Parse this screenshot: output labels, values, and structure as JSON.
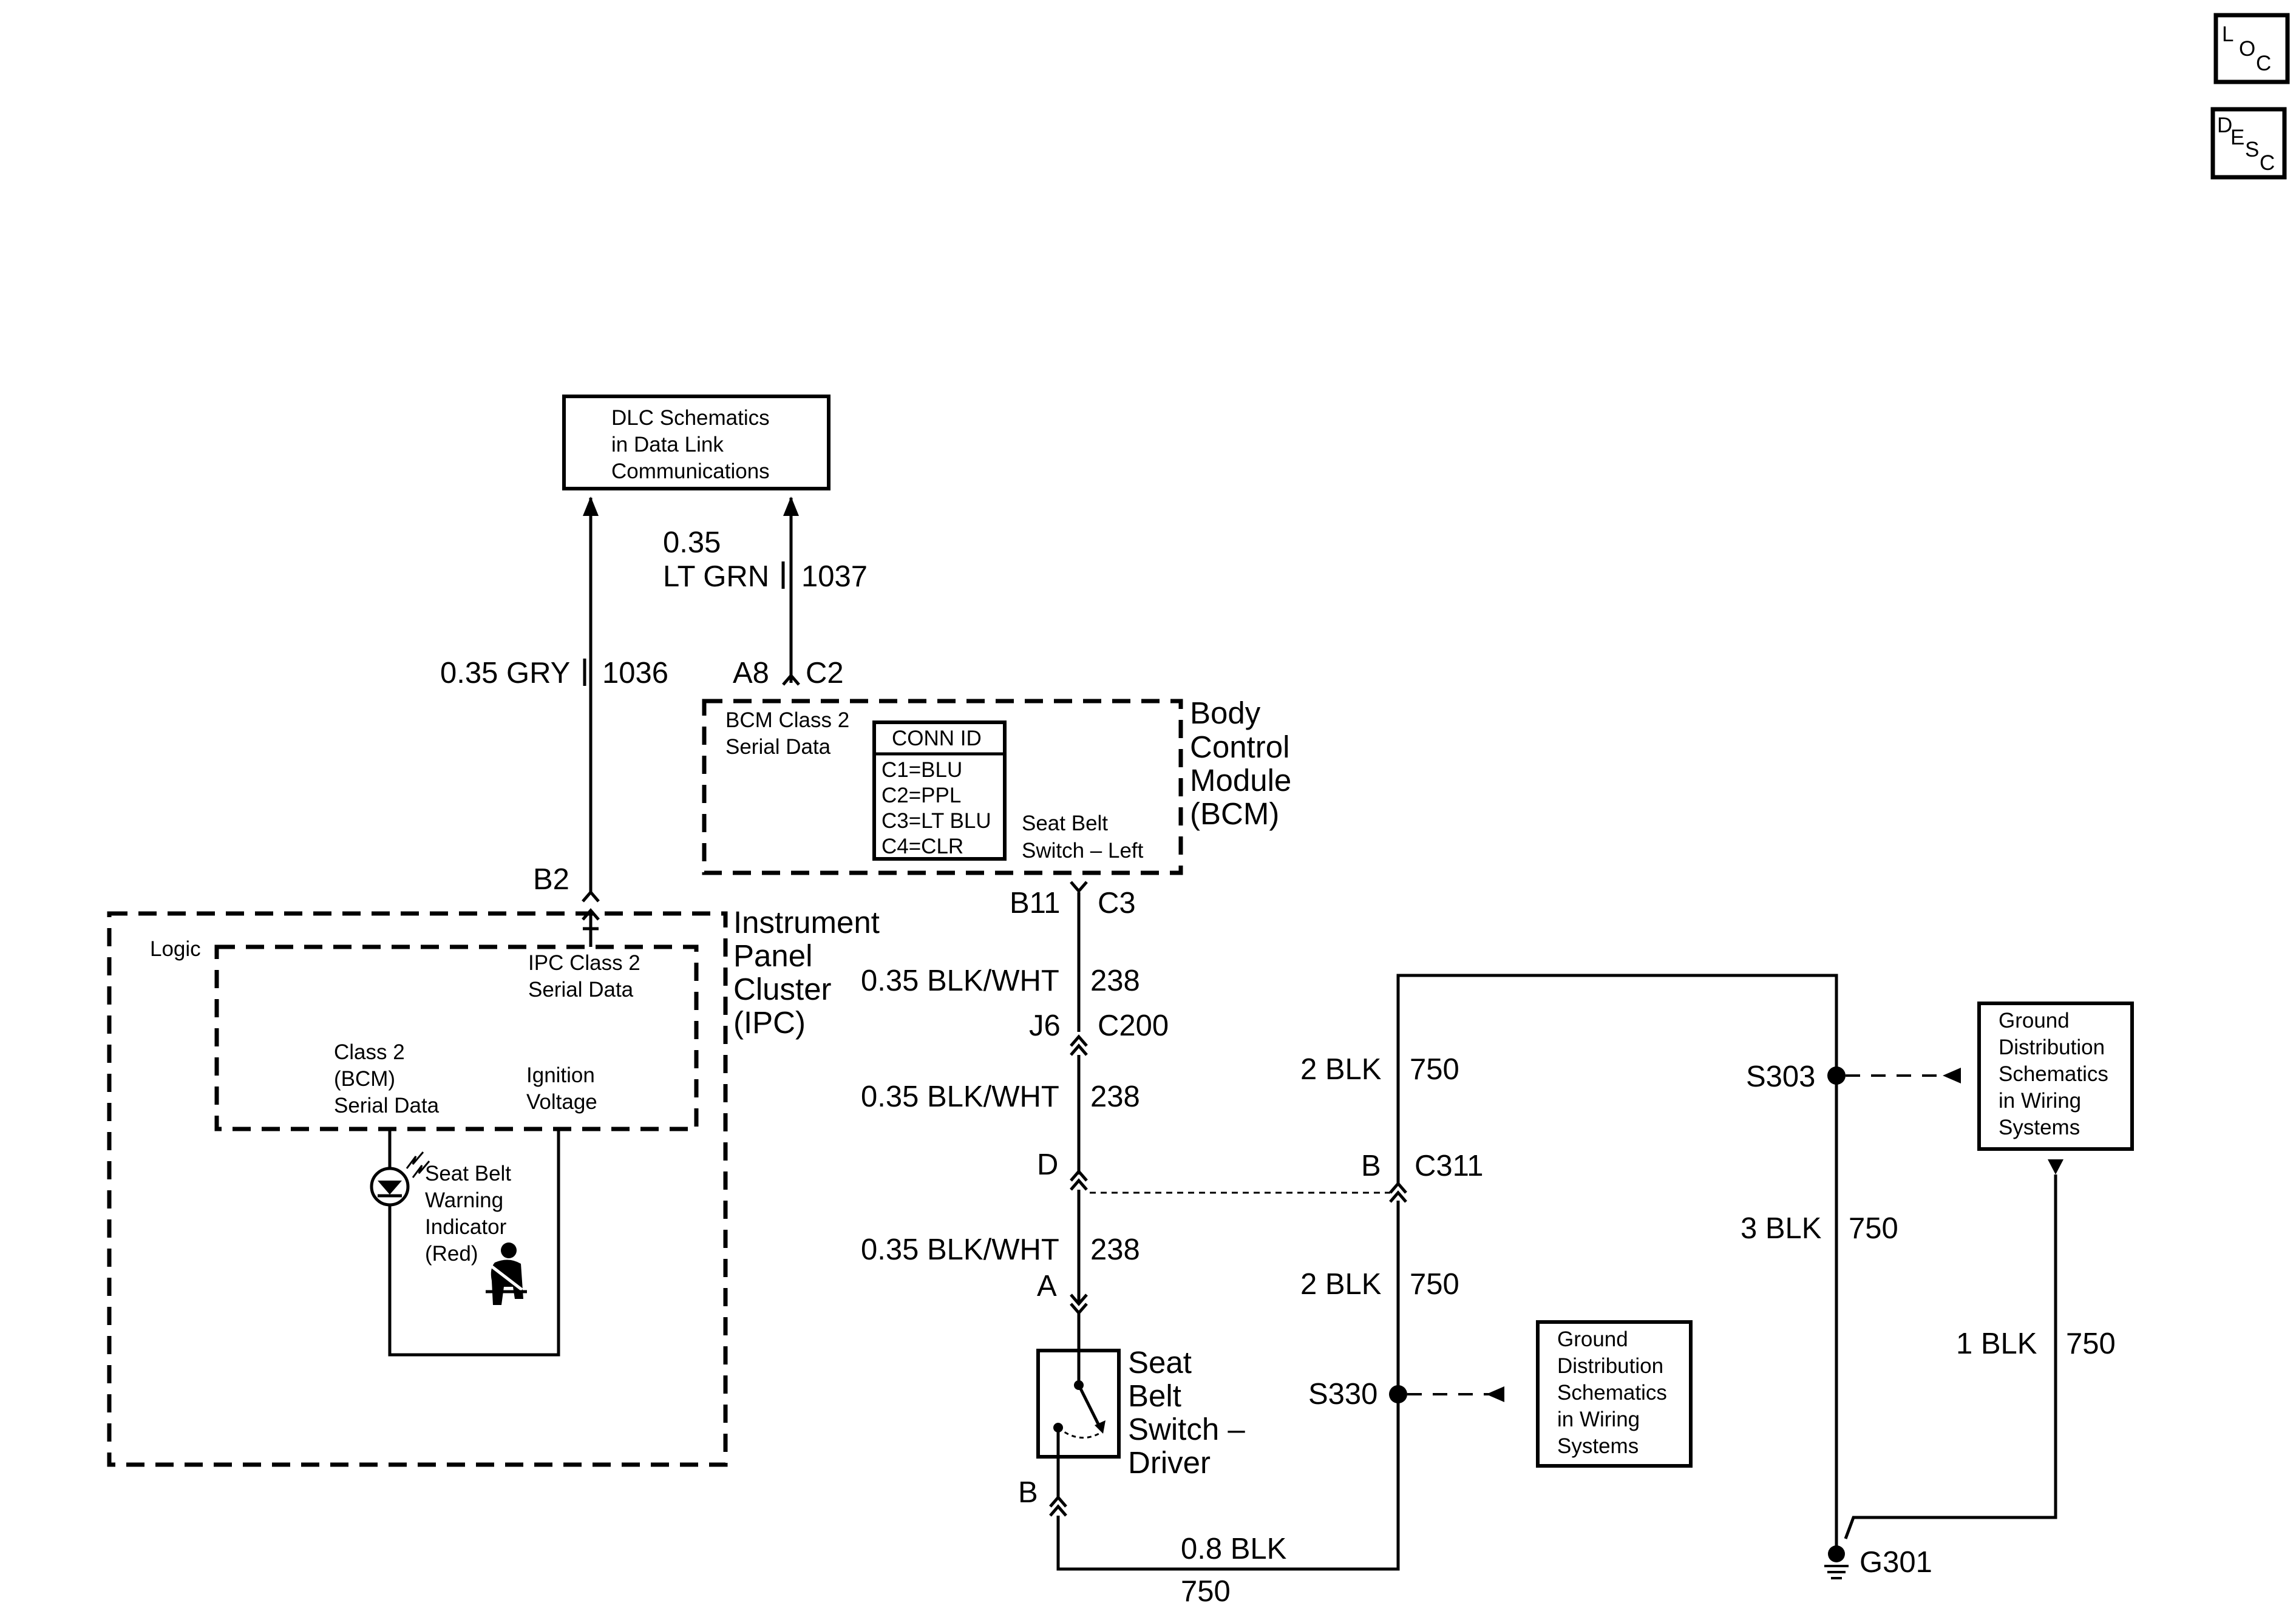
{
  "nav_buttons": {
    "loc": [
      "L",
      "O",
      "C"
    ],
    "desc": [
      "D",
      "E",
      "S",
      "C"
    ]
  },
  "dlc_box": {
    "lines": [
      "DLC Schematics",
      "in Data Link",
      "Communications"
    ]
  },
  "wires": {
    "w1036_spec": "0.35 GRY",
    "w1036_circuit": "1036",
    "w1037_size": "0.35",
    "w1037_color": "LT GRN",
    "w1037_circuit": "1037",
    "w238_a_spec": "0.35 BLK/WHT",
    "w238_a_circuit": "238",
    "w238_b_spec": "0.35 BLK/WHT",
    "w238_b_circuit": "238",
    "w238_c_spec": "0.35 BLK/WHT",
    "w238_c_circuit": "238",
    "w750_top_spec": "2 BLK",
    "w750_top_circuit": "750",
    "w750_mid_spec": "2 BLK",
    "w750_mid_circuit": "750",
    "w750_right_spec": "3 BLK",
    "w750_right_circuit": "750",
    "w750_far_spec": "1 BLK",
    "w750_far_circuit": "750",
    "w750_bottom_spec": "0.8 BLK",
    "w750_bottom_circuit": "750"
  },
  "pins": {
    "a8": "A8",
    "c2": "C2",
    "b2": "B2",
    "b11": "B11",
    "c3": "C3",
    "j6": "J6",
    "c200": "C200",
    "d": "D",
    "b_c311": "B",
    "c311": "C311",
    "a": "A",
    "b_switch": "B"
  },
  "bcm": {
    "title": [
      "Body",
      "Control",
      "Module",
      "(BCM)"
    ],
    "serial_data": [
      "BCM Class 2",
      "Serial Data"
    ],
    "seat_belt_switch": [
      "Seat Belt",
      "Switch – Left"
    ],
    "conn_id_header": "CONN ID",
    "conn_ids": [
      "C1=BLU",
      "C2=PPL",
      "C3=LT BLU",
      "C4=CLR"
    ]
  },
  "ipc": {
    "title": [
      "Instrument",
      "Panel",
      "Cluster",
      "(IPC)"
    ],
    "logic": "Logic",
    "ipc_serial": [
      "IPC Class 2",
      "Serial Data"
    ],
    "class2_serial": [
      "Class 2",
      "(BCM)",
      "Serial Data"
    ],
    "ignition": [
      "Ignition",
      "Voltage"
    ],
    "indicator": [
      "Seat Belt",
      "Warning",
      "Indicator",
      "(Red)"
    ]
  },
  "switch_driver": [
    "Seat",
    "Belt",
    "Switch –",
    "Driver"
  ],
  "splices": {
    "s303": "S303",
    "s330": "S330"
  },
  "ground": "G301",
  "ground_ref_1": [
    "Ground",
    "Distribution",
    "Schematics",
    "in Wiring",
    "Systems"
  ],
  "ground_ref_2": [
    "Ground",
    "Distribution",
    "Schematics",
    "in Wiring",
    "Systems"
  ]
}
